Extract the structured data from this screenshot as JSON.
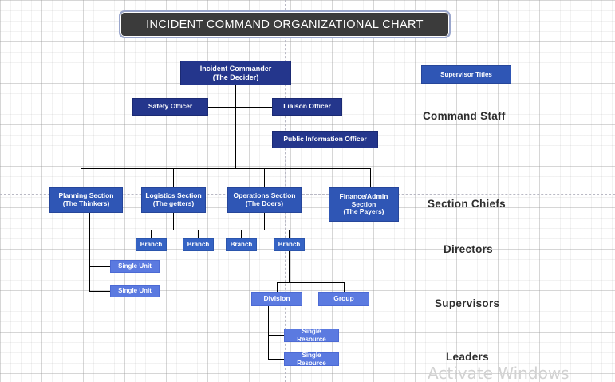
{
  "title": {
    "text": "INCIDENT COMMAND ORGANIZATIONAL CHART"
  },
  "watermark": {
    "text": "Activate Windows"
  },
  "colors": {
    "title_bar_bg": "#3b3b3b",
    "title_bar_border": "#9aa6cc",
    "navy": "#24368c",
    "blue": "#3563c4",
    "royal": "#2f56b5",
    "lilac": "#5b7ae0",
    "connector": "#000000",
    "grid_major": "#969696",
    "grid_minor": "#b4b4b4",
    "tier_label": "#2e2e2e",
    "watermark": "#d2d2d2"
  },
  "nodes": {
    "incident_commander": {
      "line1": "Incident Commander",
      "line2": "(The Decider)"
    },
    "safety_officer": {
      "label": "Safety Officer"
    },
    "liaison_officer": {
      "label": "Liaison Officer"
    },
    "public_information_officer": {
      "label": "Public Information Officer"
    },
    "planning_section": {
      "line1": "Planning Section",
      "line2": "(The Thinkers)"
    },
    "logistics_section": {
      "line1": "Logistics Section",
      "line2": "(The getters)"
    },
    "operations_section": {
      "line1": "Operations Section",
      "line2": "(The Doers)"
    },
    "finance_admin_section": {
      "line1": "Finance/Admin",
      "line2": "Section",
      "line3": "(The Payers)"
    },
    "branches": [
      {
        "label": "Branch"
      },
      {
        "label": "Branch"
      },
      {
        "label": "Branch"
      },
      {
        "label": "Branch"
      }
    ],
    "single_units": [
      {
        "label": "Single Unit"
      },
      {
        "label": "Single Unit"
      }
    ],
    "division": {
      "label": "Division"
    },
    "group": {
      "label": "Group"
    },
    "single_resources": [
      {
        "label": "Single Resource"
      },
      {
        "label": "Single Resource"
      }
    ]
  },
  "legend": {
    "supervisor_titles_box": "Supervisor Titles",
    "tiers": [
      {
        "label": "Command Staff"
      },
      {
        "label": "Section Chiefs"
      },
      {
        "label": "Directors"
      },
      {
        "label": "Supervisors"
      },
      {
        "label": "Leaders"
      }
    ]
  }
}
